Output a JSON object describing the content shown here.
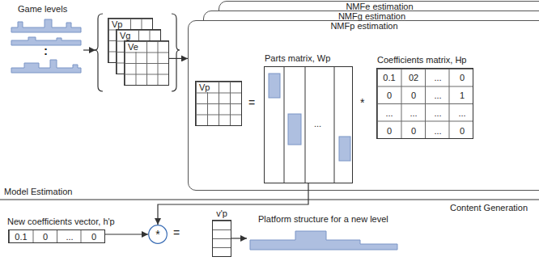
{
  "diagram": {
    "nodes": [
      {
        "text": [
          "Vp"
        ]
      },
      {
        "text": [
          "Vg"
        ]
      },
      {
        "text": [
          "Ve"
        ]
      },
      {
        "text": [
          "NMFe estimation"
        ]
      },
      {
        "text": [
          "NMFg estimation"
        ]
      },
      {
        "text": [
          "NMFp estimation"
        ]
      },
      {
        "text": [
          "Vp"
        ],
        "in": 5
      },
      {
        "text": [
          "Parts matrix, Wp",
          "..."
        ],
        "in": 5
      },
      {
        "text": [
          "Coefficients matrix, Hp"
        ],
        "in": 5
      },
      {
        "text": [
          "New coefficients vector, h'p"
        ]
      },
      {
        "text": [
          "*"
        ]
      },
      {
        "text": [
          "v'p"
        ]
      },
      {
        "text": [
          "Platform structure for a new level"
        ]
      }
    ],
    "edges": [
      {
        "from": 2,
        "to": 5,
        "arrow": "to"
      },
      {
        "from": 7,
        "to": 10,
        "arrow": "to"
      },
      {
        "from": 9,
        "to": 10,
        "arrow": "to"
      },
      {
        "from": 11,
        "to": 12,
        "arrow": "to"
      }
    ],
    "labels": [
      "Game levels",
      ":",
      "=",
      "*",
      "0.1",
      "02",
      "...",
      "0",
      "0",
      "0",
      "...",
      "1",
      "...",
      "...",
      "...",
      "...",
      "0",
      "0",
      "...",
      "0",
      "Model Estimation",
      "Content Generation",
      "0.1",
      "0",
      "...",
      "0",
      "="
    ]
  }
}
